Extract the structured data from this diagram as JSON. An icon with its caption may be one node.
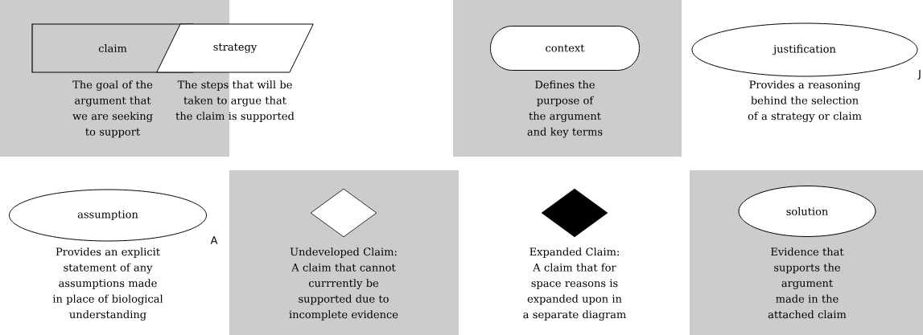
{
  "diagram": {
    "nodes": [
      {
        "text": [
          "claim"
        ],
        "beside": [
          "The goal of the argument that we are seeking to support"
        ]
      },
      {
        "text": [
          "strategy"
        ],
        "beside": [
          "The steps that will be taken to argue that the claim is supported"
        ]
      },
      {
        "text": [
          "context"
        ],
        "beside": [
          "Defines the purpose of the argument and key terms"
        ]
      },
      {
        "text": [
          "justification"
        ],
        "beside": [
          "Provides a reasoning behind the selection of a strategy or claim",
          "J"
        ]
      },
      {
        "text": [
          "assumption"
        ],
        "beside": [
          "Provides an explicit statement of any assumptions made in place of biological understanding",
          "A"
        ]
      },
      {
        "text": [],
        "shape": "diamond",
        "beside": [
          "Undeveloped Claim: A claim that cannot currrently be supported due to incomplete evidence"
        ]
      },
      {
        "text": [],
        "shape": "diamond",
        "beside": [
          "Expanded Claim: A claim that for space reasons is expanded upon in a separate diagram"
        ]
      },
      {
        "text": [
          "solution"
        ],
        "beside": [
          "Evidence that supports the argument made in the attached claim"
        ]
      }
    ]
  }
}
